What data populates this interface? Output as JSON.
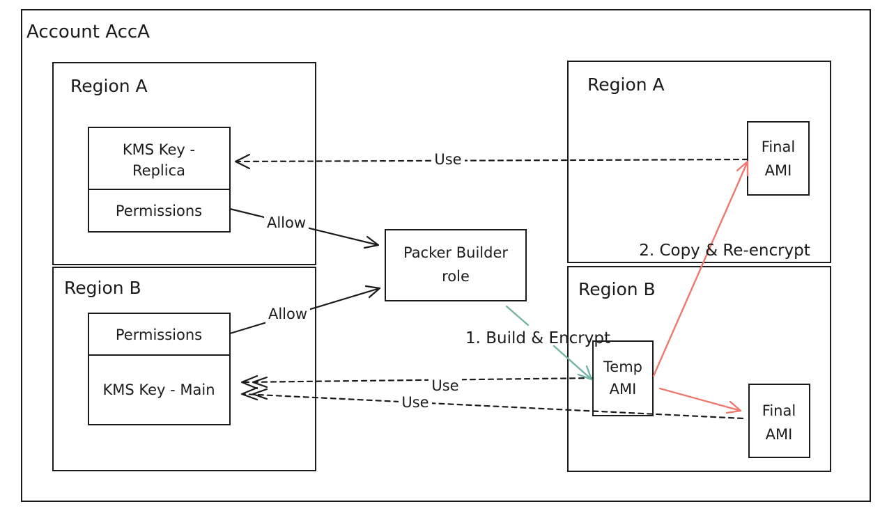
{
  "colors": {
    "stroke": "#1b1b1b",
    "red": "#ee786e",
    "teal": "#74b3a4",
    "background": "#ffffff"
  },
  "account": {
    "label": "Account AccA"
  },
  "left": {
    "region_a": {
      "label": "Region A",
      "kms_key": {
        "line1": "KMS Key -",
        "line2": "Replica"
      },
      "permissions": "Permissions"
    },
    "region_b": {
      "label": "Region B",
      "permissions": "Permissions",
      "kms_key": "KMS Key - Main"
    }
  },
  "center": {
    "packer_role": {
      "line1": "Packer Builder",
      "line2": "role"
    }
  },
  "right": {
    "region_a": {
      "label": "Region A",
      "final_ami": {
        "line1": "Final",
        "line2": "AMI"
      }
    },
    "region_b": {
      "label": "Region B",
      "temp_ami": {
        "line1": "Temp",
        "line2": "AMI"
      },
      "final_ami": {
        "line1": "Final",
        "line2": "AMI"
      }
    }
  },
  "edges": {
    "use_top": "Use",
    "use_mid": "Use",
    "use_bottom": "Use",
    "allow_a": "Allow",
    "allow_b": "Allow",
    "build_encrypt": "1. Build & Encrypt",
    "copy_reencrypt": "2. Copy & Re-encrypt"
  }
}
